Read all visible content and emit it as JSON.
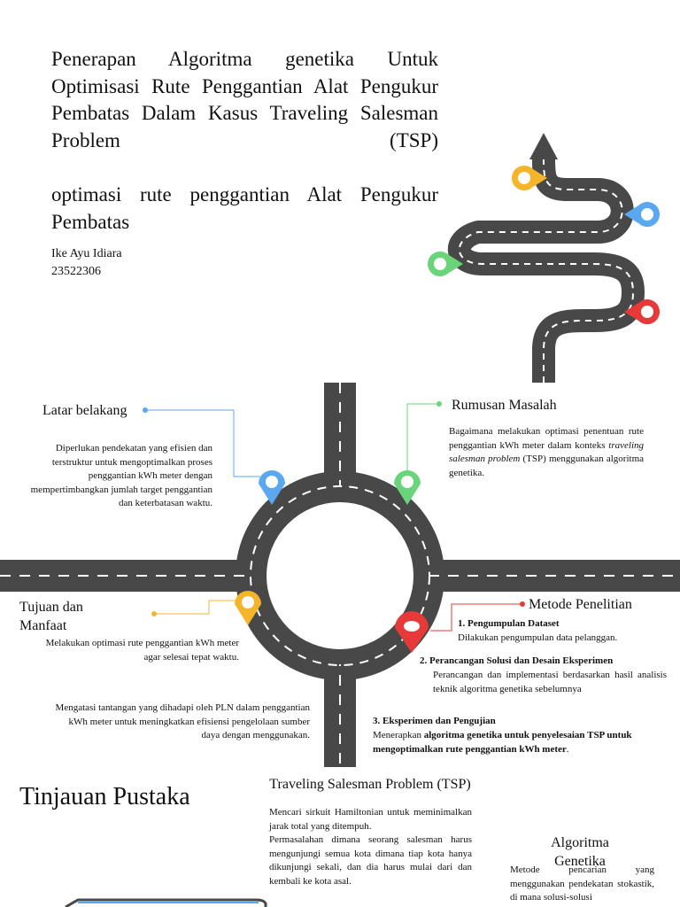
{
  "header": {
    "title": "Penerapan Algoritma genetika Untuk Optimisasi Rute Penggantian Alat Pengukur Pembatas Dalam Kasus Traveling Salesman Problem (TSP)",
    "subtitle": "optimasi rute penggantian Alat Pengukur Pembatas",
    "author_name": "Ike Ayu Idiara",
    "author_id": "23522306"
  },
  "latar": {
    "heading": "Latar belakang",
    "body": "Diperlukan pendekatan yang efisien dan terstruktur untuk mengoptimalkan proses penggantian kWh meter dengan mempertimbangkan jumlah target penggantian dan keterbatasan waktu."
  },
  "rumusan": {
    "heading": "Rumusan Masalah",
    "body_before": "Bagaimana melakukan optimasi penentuan rute penggantian kWh meter dalam konteks ",
    "body_italic": "traveling salesman problem",
    "body_after": " (TSP) menggunakan algoritma genetika."
  },
  "tujuan": {
    "heading": "Tujuan dan Manfaat",
    "body1": "Melakukan optimasi rute penggantian kWh meter agar selesai tepat waktu.",
    "body2": "Mengatasi tantangan yang dihadapi oleh PLN dalam penggantian kWh meter untuk meningkatkan efisiensi pengelolaan sumber daya dengan menggunakan."
  },
  "metode": {
    "heading": "Metode Penelitian",
    "step1_title": "1.   Pengumpulan Dataset",
    "step1_body": "Dilakukan pengumpulan data pelanggan.",
    "step2_title": "2. Perancangan Solusi dan Desain Eksperimen",
    "step2_body": "Perancangan dan implementasi berdasarkan hasil analisis teknik algoritma genetika sebelumnya",
    "step3_title": "3. Eksperimen dan Pengujian",
    "step3_body_pre": "Menerapkan ",
    "step3_body_bold": "algoritma genetika  untuk penyelesaian TSP untuk mengoptimalkan rute penggantian kWh meter",
    "step3_body_post": "."
  },
  "tinjauan": {
    "heading": "Tinjauan Pustaka",
    "tsp_heading": "Traveling Salesman Problem (TSP)",
    "tsp_body1": "Mencari sirkuit Hamiltonian untuk meminimalkan jarak total yang ditempuh.",
    "tsp_body2": "Permasalahan dimana seorang salesman harus mengunjungi semua kota dimana tiap kota hanya dikunjungi sekali, dan dia harus mulai dari dan kembali ke kota asal.",
    "ga_heading": "Algoritma Genetika",
    "ga_body": "Metode pencarian yang menggunakan pendekatan stokastik, di mana solusi-solusi"
  },
  "colors": {
    "road": "#484848",
    "blue": "#5aa9f0",
    "green": "#6ad47a",
    "yellow": "#f5b52a",
    "red": "#e63a3a"
  },
  "icons": [
    "map-pin-icon",
    "road-arrow-icon"
  ]
}
